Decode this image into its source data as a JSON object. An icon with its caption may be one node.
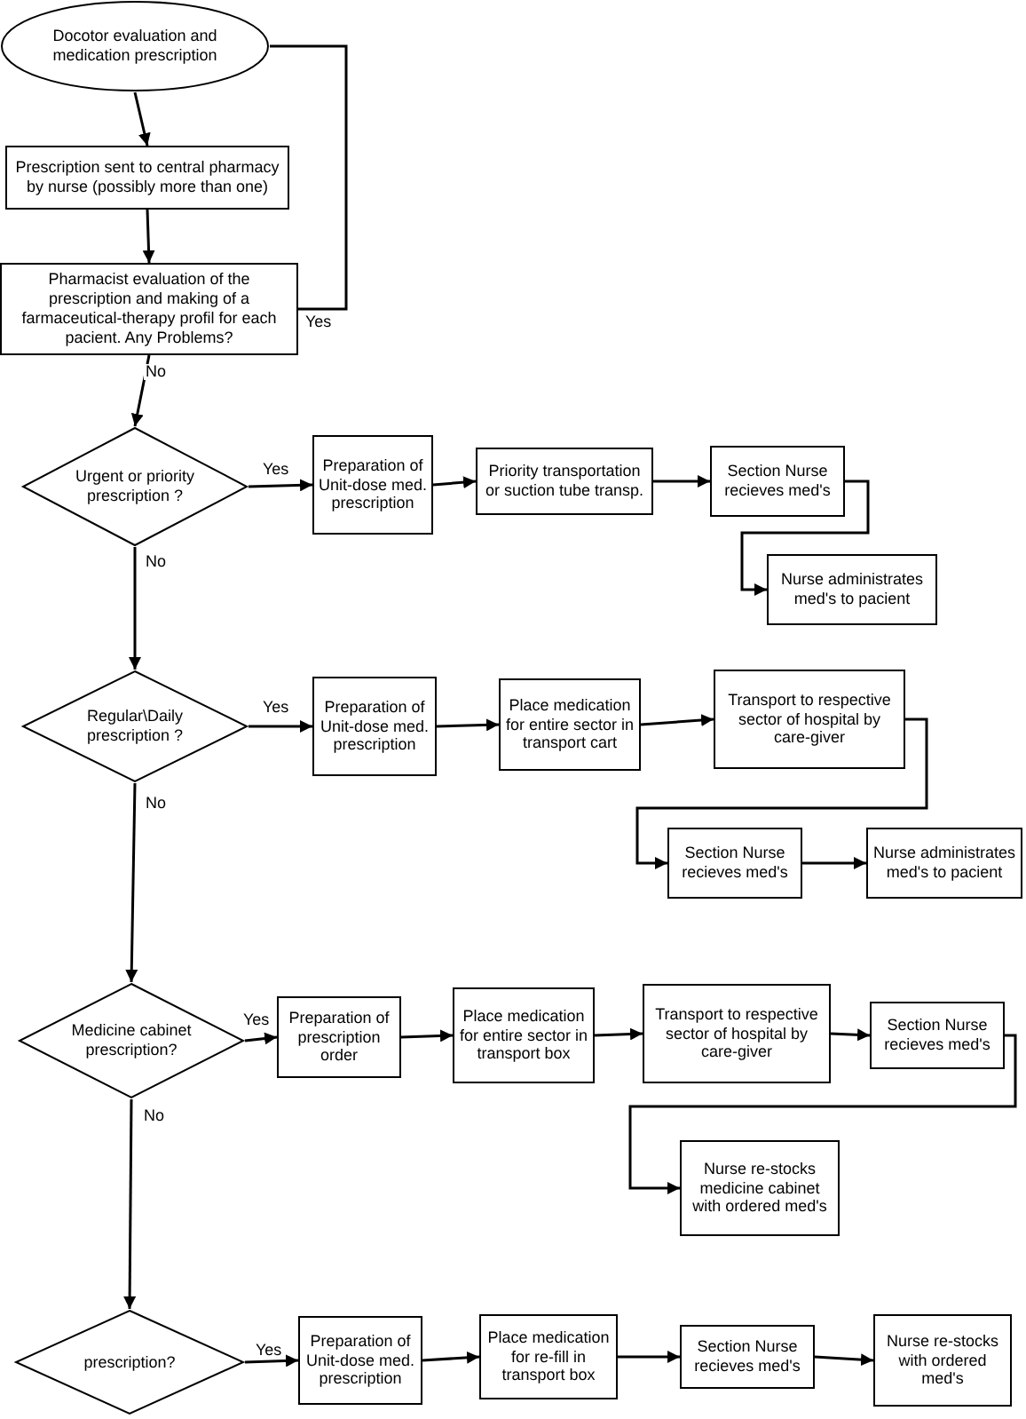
{
  "diagram": {
    "nodes": [
      {
        "text": [
          "Docotor evaluation and medication prescription"
        ]
      },
      {
        "text": [
          "Prescription sent to central pharmacy by nurse (possibly more than one)"
        ]
      },
      {
        "text": [
          "Pharmacist evaluation of the prescription and making of a farmaceutical-therapy profil for each pacient. Any Problems?"
        ]
      },
      {
        "text": [
          "Urgent or priority prescription ?"
        ]
      },
      {
        "text": [
          "Preparation of Unit-dose med. prescription"
        ]
      },
      {
        "text": [
          "Priority transportation or suction tube transp."
        ]
      },
      {
        "text": [
          "Section Nurse recieves med's"
        ]
      },
      {
        "text": [
          "Nurse administrates med's to pacient"
        ]
      },
      {
        "text": [
          "Regular\\Daily prescription ?"
        ]
      },
      {
        "text": [
          "Preparation of Unit-dose med. prescription"
        ]
      },
      {
        "text": [
          "Place medication for entire sector in transport cart"
        ]
      },
      {
        "text": [
          "Transport to respective sector of hospital by care-giver"
        ]
      },
      {
        "text": [
          "Section Nurse recieves med's"
        ]
      },
      {
        "text": [
          "Nurse administrates med's to pacient"
        ]
      },
      {
        "text": [
          "Medicine cabinet prescription?"
        ]
      },
      {
        "text": [
          "Preparation of prescription order"
        ]
      },
      {
        "text": [
          "Place medication for entire sector in transport box"
        ]
      },
      {
        "text": [
          "Transport to respective sector of hospital by care-giver"
        ]
      },
      {
        "text": [
          "Section Nurse recieves med's"
        ]
      },
      {
        "text": [
          "Nurse re-stocks medicine cabinet with ordered med's"
        ]
      },
      {
        "text": [
          "prescription?"
        ]
      },
      {
        "text": [
          "Preparation of Unit-dose med. prescription"
        ]
      },
      {
        "text": [
          "Place medication for re-fill in transport box"
        ]
      },
      {
        "text": [
          "Section Nurse recieves med's"
        ]
      },
      {
        "text": [
          "Nurse re-stocks with ordered med's"
        ]
      }
    ],
    "edges": [
      {
        "from": 0,
        "to": 1,
        "arrow": "to"
      },
      {
        "from": 1,
        "to": 2,
        "arrow": "to"
      },
      {
        "from": 2,
        "to": 0,
        "arrow": "none",
        "label": "Yes"
      },
      {
        "from": 2,
        "to": 3,
        "arrow": "to",
        "label": "No"
      },
      {
        "from": 3,
        "to": 4,
        "arrow": "to",
        "label": "Yes"
      },
      {
        "from": 4,
        "to": 5,
        "arrow": "to"
      },
      {
        "from": 5,
        "to": 6,
        "arrow": "to"
      },
      {
        "from": 6,
        "to": 7,
        "arrow": "to"
      },
      {
        "from": 3,
        "to": 8,
        "arrow": "to",
        "label": "No"
      },
      {
        "from": 8,
        "to": 9,
        "arrow": "to",
        "label": "Yes"
      },
      {
        "from": 9,
        "to": 10,
        "arrow": "to"
      },
      {
        "from": 10,
        "to": 11,
        "arrow": "to"
      },
      {
        "from": 11,
        "to": 12,
        "arrow": "to"
      },
      {
        "from": 12,
        "to": 13,
        "arrow": "to"
      },
      {
        "from": 8,
        "to": 14,
        "arrow": "to",
        "label": "No"
      },
      {
        "from": 14,
        "to": 15,
        "arrow": "to",
        "label": "Yes"
      },
      {
        "from": 15,
        "to": 16,
        "arrow": "to"
      },
      {
        "from": 16,
        "to": 17,
        "arrow": "to"
      },
      {
        "from": 17,
        "to": 18,
        "arrow": "to"
      },
      {
        "from": 18,
        "to": 19,
        "arrow": "to"
      },
      {
        "from": 14,
        "to": 20,
        "arrow": "to",
        "label": "No"
      },
      {
        "from": 20,
        "to": 21,
        "arrow": "to",
        "label": "Yes"
      },
      {
        "from": 21,
        "to": 22,
        "arrow": "to"
      },
      {
        "from": 22,
        "to": 23,
        "arrow": "to"
      },
      {
        "from": 23,
        "to": 24,
        "arrow": "to"
      }
    ]
  }
}
